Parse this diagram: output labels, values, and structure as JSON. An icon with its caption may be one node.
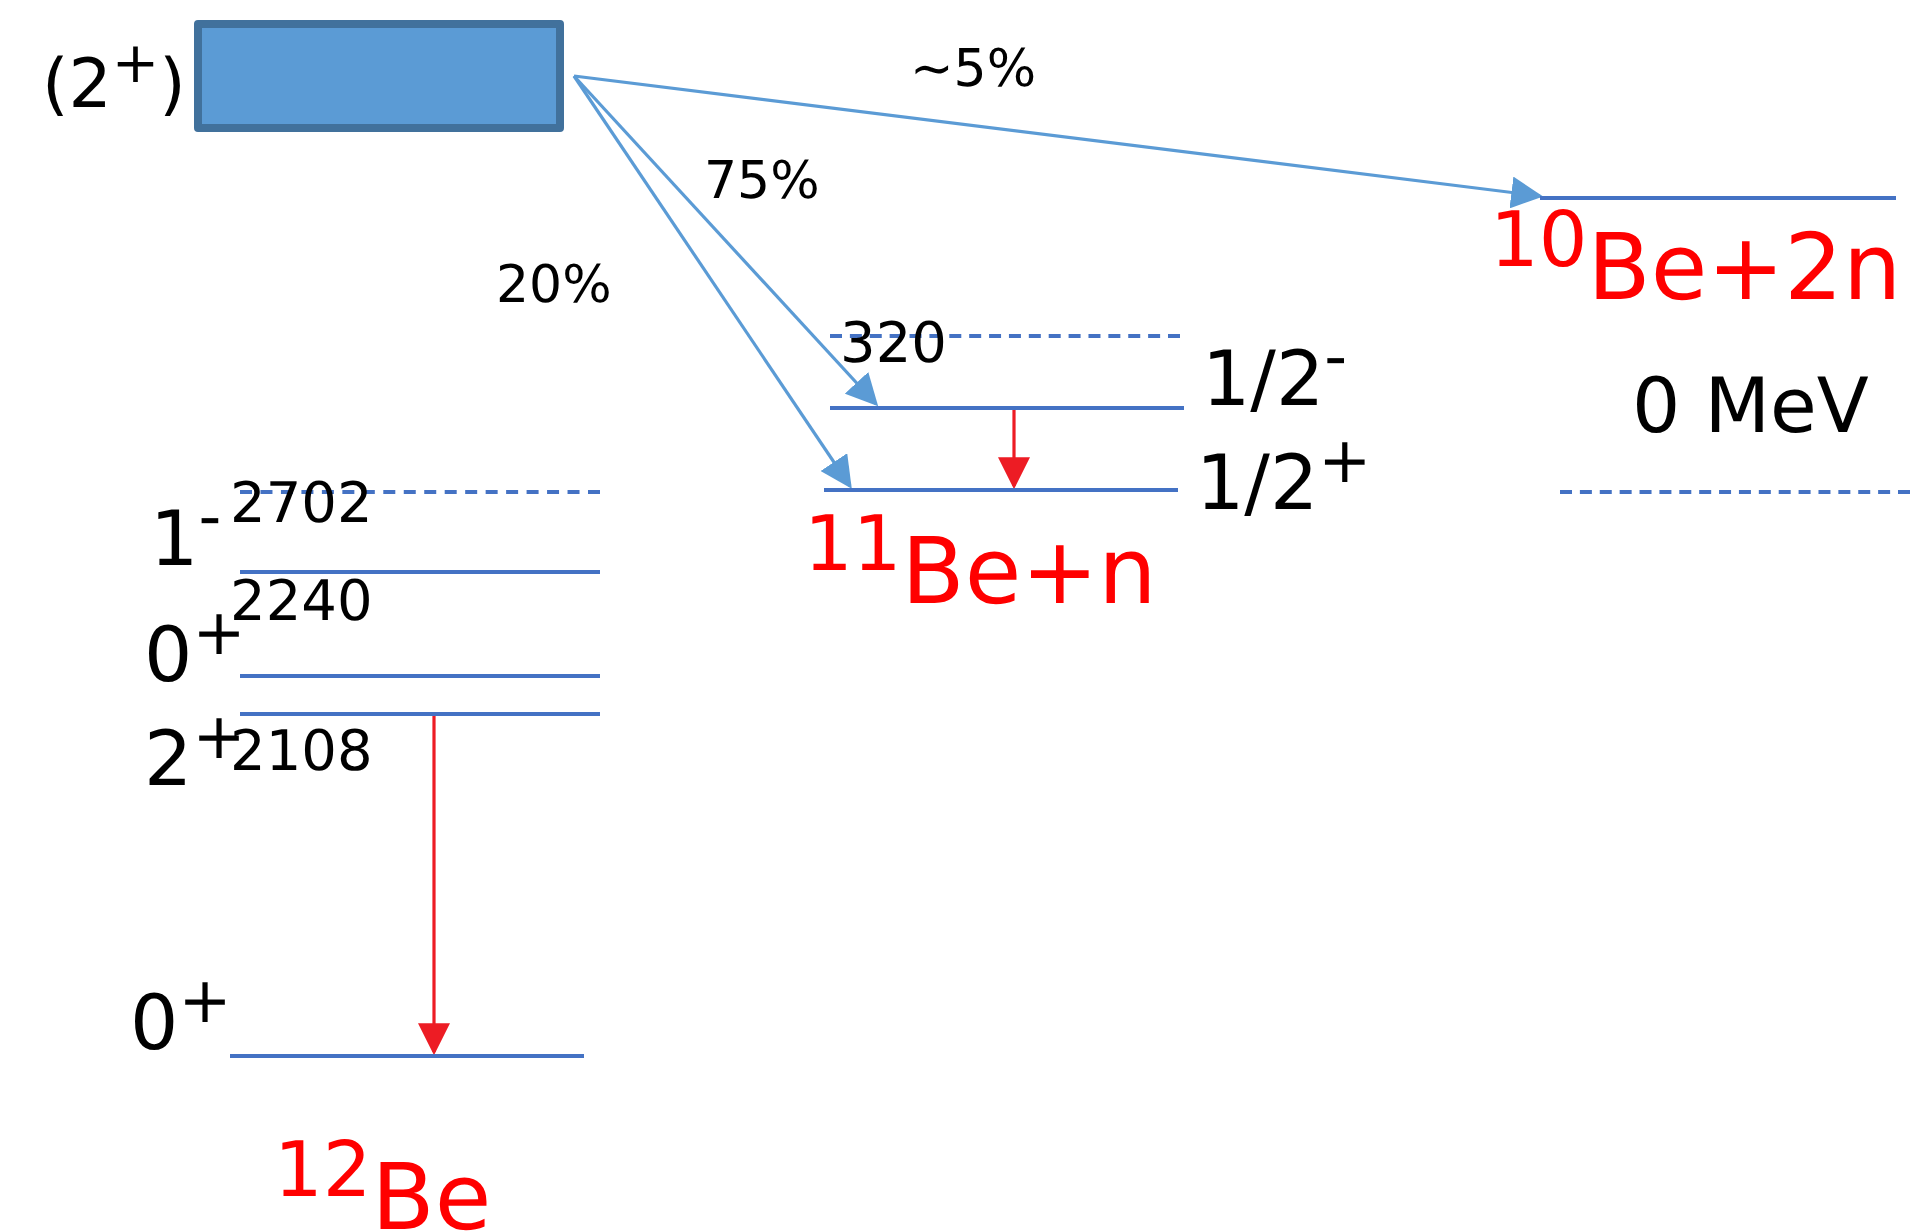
{
  "diagram": {
    "nodes": [
      {
        "text": [
          "(2$^{+}$)"
        ]
      },
      {
        "text": [
          "$^{10}$Be+2n"
        ]
      },
      {
        "text": [
          "320"
        ]
      },
      {
        "text": [
          "1/2$^{-}$"
        ]
      },
      {
        "text": [
          "1/2$^{+}$"
        ]
      },
      {
        "text": [
          "0 MeV"
        ]
      },
      {
        "text": [
          "1$^{-}$",
          "2702"
        ]
      },
      {
        "text": [
          "0$^{+}$",
          "2240"
        ]
      },
      {
        "text": [],
        "shape": "bar"
      },
      {
        "text": [
          "2$^{+}$",
          "2108"
        ]
      },
      {
        "text": [
          "0$^{+}$"
        ]
      }
    ],
    "edges": [
      {
        "from": 0,
        "to": 1,
        "arrow": "to",
        "label": "~5%"
      },
      {
        "from": 0,
        "to": 3,
        "arrow": "to",
        "label": "75%"
      },
      {
        "from": 0,
        "to": 4,
        "arrow": "to",
        "label": "20%"
      },
      {
        "from": 3,
        "to": 4,
        "arrow": "to",
        "color": "#ed1c24"
      },
      {
        "from": 9,
        "to": 10,
        "arrow": "to",
        "color": "#ed1c24"
      }
    ],
    "labels": [
      "$^{11}$Be+n",
      "$^{12}$Be"
    ]
  }
}
